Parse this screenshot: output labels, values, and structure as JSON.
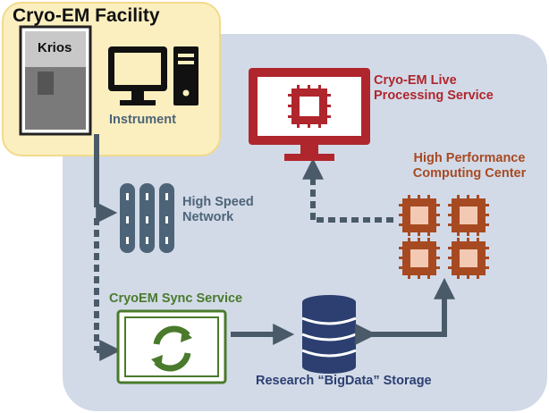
{
  "facility": {
    "title": "Cryo-EM Facility",
    "microscope_label": "Krios",
    "instrument_label": "Instrument"
  },
  "network": {
    "label": "High Speed Network"
  },
  "live_service": {
    "label": "Cryo-EM Live Processing Service"
  },
  "hpc": {
    "label": "High Performance Computing Center"
  },
  "sync_service": {
    "label": "CryoEM Sync Service"
  },
  "storage": {
    "label": "Research “BigData” Storage"
  },
  "colors": {
    "panel_bg": "#d2dae8",
    "facility_bg": "#fcefbf",
    "instrument_dark": "#111111",
    "network_gray": "#4d6478",
    "live_red": "#b0262d",
    "hpc_orange": "#a74a22",
    "sync_green": "#4a7a2c",
    "storage_navy": "#2c3f70",
    "arrow_gray": "#4a5a68"
  }
}
